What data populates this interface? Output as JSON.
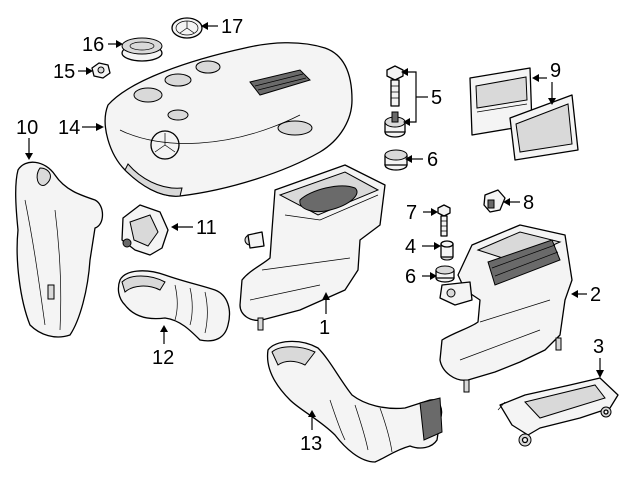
{
  "callouts": [
    {
      "id": "c1",
      "text": "1"
    },
    {
      "id": "c2",
      "text": "2"
    },
    {
      "id": "c3",
      "text": "3"
    },
    {
      "id": "c4",
      "text": "4"
    },
    {
      "id": "c5",
      "text": "5"
    },
    {
      "id": "c6a",
      "text": "6"
    },
    {
      "id": "c6b",
      "text": "6"
    },
    {
      "id": "c7",
      "text": "7"
    },
    {
      "id": "c8",
      "text": "8"
    },
    {
      "id": "c9",
      "text": "9"
    },
    {
      "id": "c10",
      "text": "10"
    },
    {
      "id": "c11",
      "text": "11"
    },
    {
      "id": "c12",
      "text": "12"
    },
    {
      "id": "c13",
      "text": "13"
    },
    {
      "id": "c14",
      "text": "14"
    },
    {
      "id": "c15",
      "text": "15"
    },
    {
      "id": "c16",
      "text": "16"
    },
    {
      "id": "c17",
      "text": "17"
    }
  ]
}
